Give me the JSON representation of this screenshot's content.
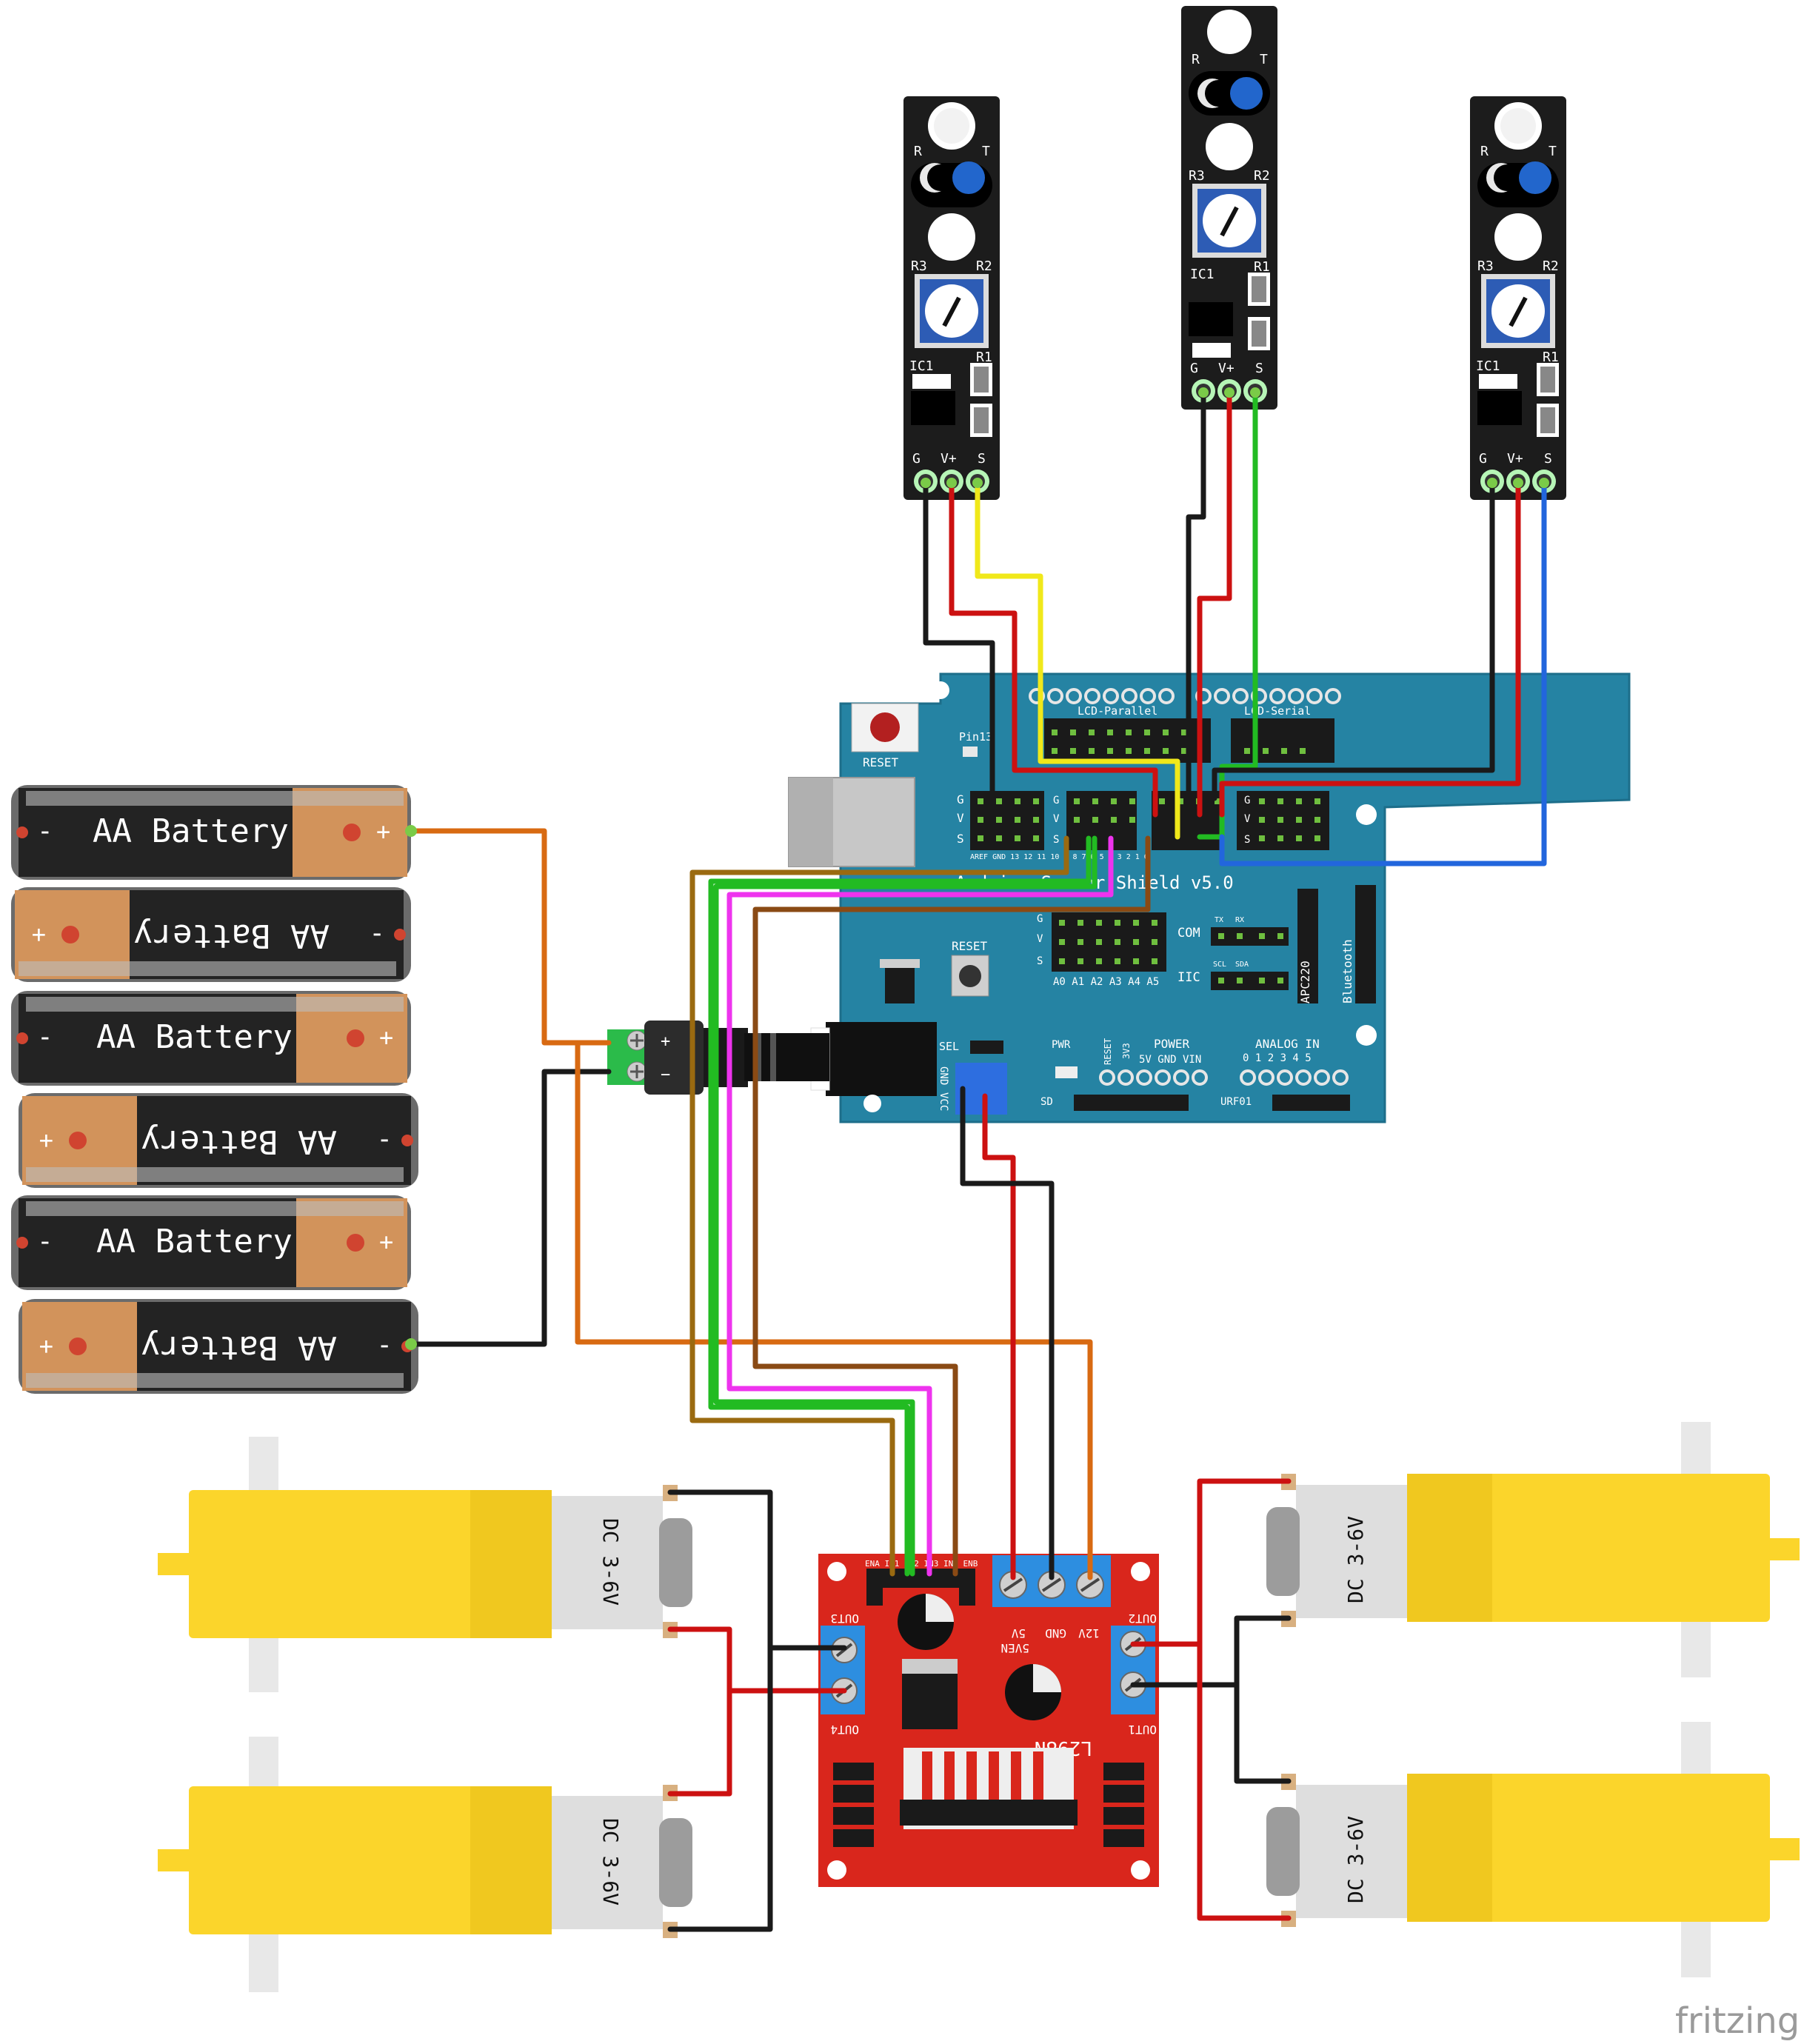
{
  "brand": "fritzing",
  "colors": {
    "sensor_pcb": "#1c1c1c",
    "shield": "#2583a3",
    "driver": "#d9261c",
    "motor": "#fbd52b",
    "battery_body": "#232323",
    "battery_cap": "#d2935b",
    "wire_black": "#1a1a1a",
    "wire_red": "#cc1111",
    "wire_yellow": "#f0e81a",
    "wire_green": "#22bb22",
    "wire_blue": "#2266dd",
    "wire_orange": "#d86a12",
    "wire_brown": "#8a4a14",
    "wire_olive": "#9a6a10",
    "wire_magenta": "#ee33ee"
  },
  "sensors": [
    {
      "top_r": "R",
      "top_t": "T",
      "r3": "R3",
      "r2": "R2",
      "ic": "IC1",
      "r1": "R1",
      "pins": [
        "G",
        "V+",
        "S"
      ]
    },
    {
      "top_r": "R",
      "top_t": "T",
      "r3": "R3",
      "r2": "R2",
      "ic": "IC1",
      "r1": "R1",
      "pins": [
        "G",
        "V+",
        "S"
      ]
    },
    {
      "top_r": "R",
      "top_t": "T",
      "r3": "R3",
      "r2": "R2",
      "ic": "IC1",
      "r1": "R1",
      "pins": [
        "G",
        "V+",
        "S"
      ]
    }
  ],
  "batteries": [
    {
      "label": "AA Battery",
      "minus": "-",
      "plus": "+"
    },
    {
      "label": "AA Battery",
      "minus": "-",
      "plus": "+"
    },
    {
      "label": "AA Battery",
      "minus": "-",
      "plus": "+"
    },
    {
      "label": "AA Battery",
      "minus": "-",
      "plus": "+"
    },
    {
      "label": "AA Battery",
      "minus": "-",
      "plus": "+"
    },
    {
      "label": "AA Battery",
      "minus": "-",
      "plus": "+"
    }
  ],
  "shield": {
    "reset": "RESET",
    "reset2": "RESET",
    "pin13": "Pin13",
    "lcd_parallel": "LCD-Parallel",
    "lcd_serial": "LCD-Serial",
    "title": "Arduino Sensor Shield v5.0",
    "row_g": "G",
    "row_v": "V",
    "row_s": "S",
    "digital_labels": "AREF GND 13  12   11  10   9   8   7   6   5   4   3   2   1   0",
    "analog_pins": "A0 A1 A2 A3 A4 A5",
    "com": "COM",
    "iic": "IIC",
    "tx": "TX",
    "rx": "RX",
    "scl": "SCL",
    "sda": "SDA",
    "apc220": "APC220",
    "bluetooth": "Bluetooth",
    "sel": "SEL",
    "gnd": "GND",
    "vcc": "VCC",
    "pwr": "PWR",
    "reset_v": "RESET",
    "v33": "3V3",
    "power": "POWER",
    "power_pins": "5V  GND VIN",
    "analog_in": "ANALOG IN",
    "analog_nums": "0  1  2  3  4  5",
    "sd": "SD",
    "urf01": "URF01"
  },
  "driver": {
    "chip": "L298N",
    "out1": "OUT1",
    "out2": "OUT2",
    "out3": "OUT3",
    "out4": "OUT4",
    "v5": "5V",
    "gnd": "GND",
    "v12": "12V",
    "v5en": "5VEN",
    "in_header": "ENA IN1 IN2 IN3 IN4 ENB"
  },
  "motors": [
    {
      "label": "DC 3-6V"
    },
    {
      "label": "DC 3-6V"
    },
    {
      "label": "DC 3-6V"
    },
    {
      "label": "DC 3-6V"
    }
  ],
  "jack": {
    "plus": "+",
    "minus": "−"
  }
}
